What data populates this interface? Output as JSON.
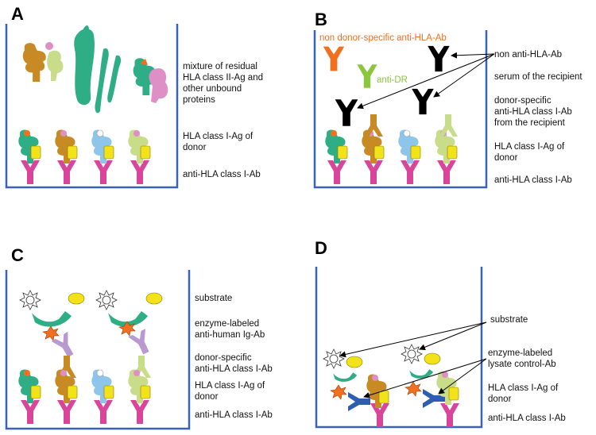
{
  "panels": {
    "A": {
      "letter": "A",
      "labels": {
        "mixture": [
          "mixture of residual",
          "HLA class II-Ag and",
          "other unbound",
          "proteins"
        ],
        "hla_ag": [
          "HLA class I-Ag of",
          "donor"
        ],
        "anti_hla": [
          "anti-HLA class I-Ab"
        ]
      }
    },
    "B": {
      "letter": "B",
      "labels": {
        "non_donor": "non donor-specific anti-HLA-Ab",
        "anti_dr": "anti-DR",
        "non_anti": "non anti-HLA-Ab",
        "serum": "serum of the recipient",
        "donor_specific": [
          "donor-specific",
          "anti-HLA class I-Ab",
          "from the recipient"
        ],
        "hla_ag": [
          "HLA class I-Ag of",
          "donor"
        ],
        "anti_hla": [
          "anti-HLA class I-Ab"
        ]
      }
    },
    "C": {
      "letter": "C",
      "labels": {
        "substrate": "substrate",
        "enzyme": [
          "enzyme-labeled",
          "anti-human Ig-Ab"
        ],
        "donor_specific": [
          "donor-specific",
          "anti-HLA class I-Ab"
        ],
        "hla_ag": [
          "HLA class I-Ag of",
          "donor"
        ],
        "anti_hla": [
          "anti-HLA class I-Ab"
        ]
      }
    },
    "D": {
      "letter": "D",
      "labels": {
        "substrate": "substrate",
        "enzyme": [
          "enzyme-labeled",
          "lysate control-Ab"
        ],
        "hla_ag": [
          "HLA class I-Ag of",
          "donor"
        ],
        "anti_hla": [
          "anti-HLA class I-Ab"
        ]
      }
    }
  },
  "colors": {
    "well": "#3a63b8",
    "capture_ab": "#d9459b",
    "yellow": "#f2e21a",
    "teal": "#2fae86",
    "brown": "#c88a24",
    "light_blue": "#8ec5ea",
    "light_green": "#c8dc8a",
    "orange": "#f07020",
    "green_ab": "#8cc63f",
    "pink": "#de8fc6",
    "lavender": "#b89ad0",
    "enzyme_green": "#2fae86",
    "control_ab_blue": "#2e5eb0"
  }
}
